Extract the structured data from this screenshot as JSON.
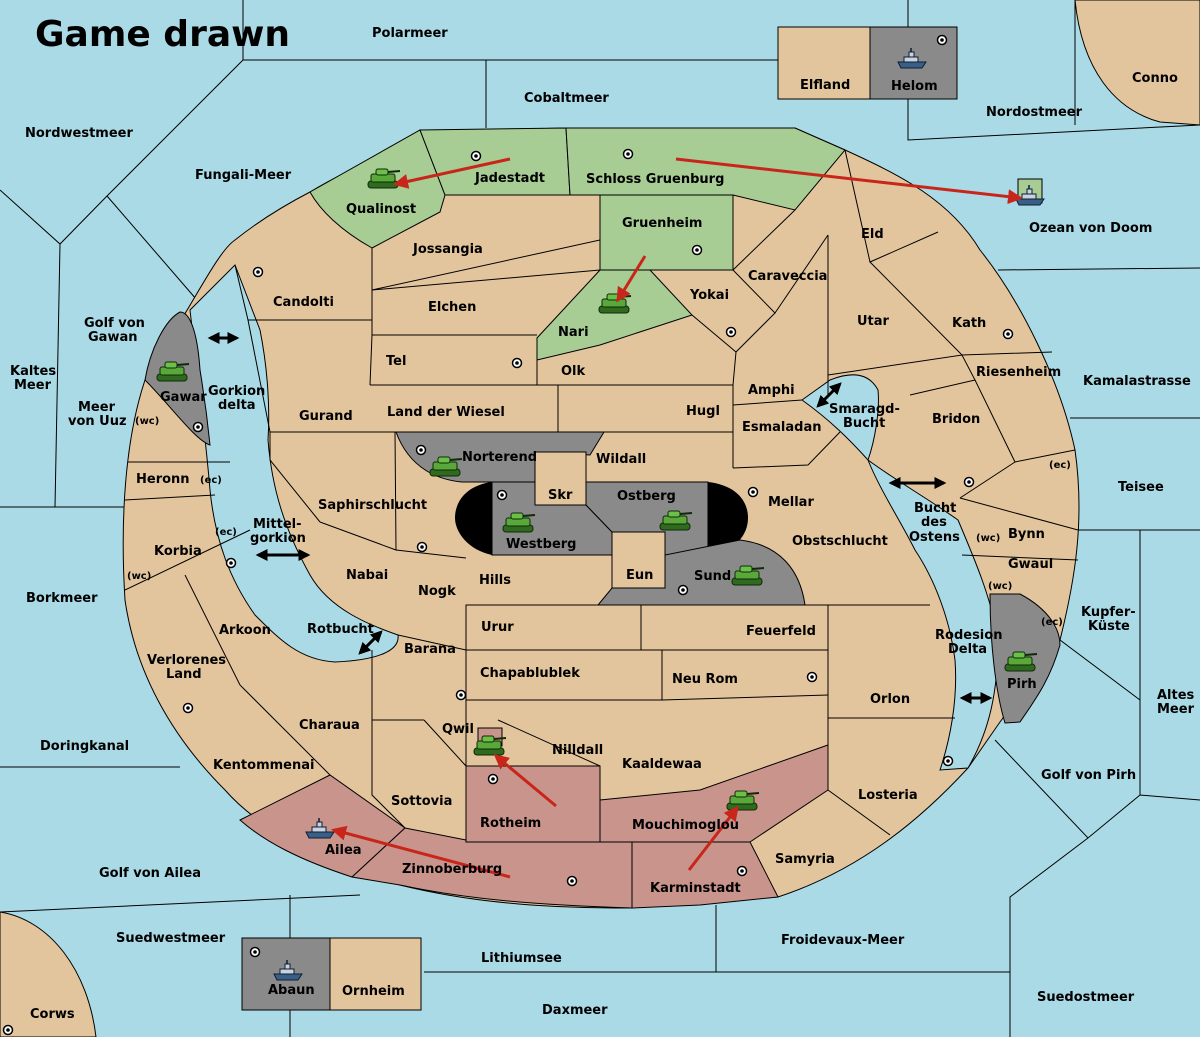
{
  "game": {
    "status": "Game drawn",
    "colors": {
      "sea": "#aadae6",
      "neutral_land": "#e3c59d",
      "green_power": "#a7cd94",
      "red_power": "#c9948c",
      "grey_power": "#8a8a8a",
      "order_arrow": "#c8261b"
    }
  },
  "seas": {
    "polarmeer": "Polarmeer",
    "cobaltmeer": "Cobaltmeer",
    "nordwestmeer": "Nordwestmeer",
    "fungali": "Fungali-Meer",
    "nordostmeer": "Nordostmeer",
    "conno": "Conno",
    "ozean_von_doom": "Ozean von Doom",
    "golf_von_gawan_1": "Golf von",
    "golf_von_gawan_2": "Gawan",
    "kaltes_meer_1": "Kaltes",
    "kaltes_meer_2": "Meer",
    "meer_von_uuz_1": "Meer",
    "meer_von_uuz_2": "von Uuz",
    "gorkion_delta_1": "Gorkion",
    "gorkion_delta_2": "delta",
    "mittelgorkion_1": "Mittel-",
    "mittelgorkion_2": "gorkion",
    "borkmeer": "Borkmeer",
    "rotbucht": "Rotbucht",
    "doringkanal": "Doringkanal",
    "golf_von_ailea": "Golf von Ailea",
    "suedwestmeer": "Suedwestmeer",
    "corws": "Corws",
    "lithiumsee": "Lithiumsee",
    "daxmeer": "Daxmeer",
    "froidevaux": "Froidevaux-Meer",
    "suedostmeer": "Suedostmeer",
    "golf_von_pirh": "Golf von Pirh",
    "altes_meer_1": "Altes",
    "altes_meer_2": "Meer",
    "kupferkueste_1": "Kupfer-",
    "kupferkueste_2": "Küste",
    "teisee": "Teisee",
    "kamalastrasse": "Kamalastrasse",
    "smaragd_bucht_1": "Smaragd-",
    "smaragd_bucht_2": "Bucht",
    "bucht_des_ostens_1": "Bucht",
    "bucht_des_ostens_2": "des",
    "bucht_des_ostens_3": "Ostens",
    "rodesion_delta_1": "Rodesion",
    "rodesion_delta_2": "Delta"
  },
  "lands": {
    "elfland": "Elfland",
    "helom": "Helom",
    "qualinost": "Qualinost",
    "jadestadt": "Jadestadt",
    "schloss_gruenburg": "Schloss Gruenburg",
    "gruenheim": "Gruenheim",
    "jossangia": "Jossangia",
    "candolti": "Candolti",
    "elchen": "Elchen",
    "caraveccia": "Caraveccia",
    "eld": "Eld",
    "yokai": "Yokai",
    "nari": "Nari",
    "tel": "Tel",
    "olk": "Olk",
    "utar": "Utar",
    "kath": "Kath",
    "gawar": "Gawar",
    "wc": "(wc)",
    "ec": "(ec)",
    "gurand": "Gurand",
    "land_der_wiesel": "Land der Wiesel",
    "hugl": "Hugl",
    "amphi": "Amphi",
    "riesenheim": "Riesenheim",
    "esmaladan": "Esmaladan",
    "bridon": "Bridon",
    "norterend": "Norterend",
    "wildall": "Wildall",
    "heronn": "Heronn",
    "skr": "Skr",
    "ostberg": "Ostberg",
    "mellar": "Mellar",
    "saphirschlucht": "Saphirschlucht",
    "westberg": "Westberg",
    "obstschlucht": "Obstschlucht",
    "bynn": "Bynn",
    "korbia": "Korbia",
    "gwaul": "Gwaul",
    "eun": "Eun",
    "sund": "Sund",
    "nabai": "Nabai",
    "hills": "Hills",
    "nogk": "Nogk",
    "arkoon": "Arkoon",
    "urur": "Urur",
    "feuerfeld": "Feuerfeld",
    "barana": "Barana",
    "verlorenes_land_1": "Verlorenes",
    "verlorenes_land_2": "Land",
    "pirh": "Pirh",
    "chapablublek": "Chapablublek",
    "neu_rom": "Neu Rom",
    "orlon": "Orlon",
    "charaua": "Charaua",
    "qwil": "Qwil",
    "nilldall": "Nilldall",
    "kaaldewaa": "Kaaldewaa",
    "kentommenai": "Kentommenai",
    "sottovia": "Sottovia",
    "losteria": "Losteria",
    "rotheim": "Rotheim",
    "mouchimoglou": "Mouchimoglou",
    "ailea": "Ailea",
    "samyria": "Samyria",
    "zinnoberburg": "Zinnoberburg",
    "karminstadt": "Karminstadt",
    "abaun": "Abaun",
    "ornheim": "Ornheim"
  },
  "units": [
    {
      "type": "army",
      "power": "green",
      "location": "Qualinost"
    },
    {
      "type": "army",
      "power": "green",
      "location": "Nari"
    },
    {
      "type": "army",
      "power": "grey",
      "location": "Gawar"
    },
    {
      "type": "army",
      "power": "grey",
      "location": "Norterend"
    },
    {
      "type": "army",
      "power": "grey",
      "location": "Westberg"
    },
    {
      "type": "army",
      "power": "grey",
      "location": "Ostberg"
    },
    {
      "type": "army",
      "power": "grey",
      "location": "Sund"
    },
    {
      "type": "army",
      "power": "grey",
      "location": "Pirh"
    },
    {
      "type": "army",
      "power": "red",
      "location": "Qwil"
    },
    {
      "type": "army",
      "power": "red",
      "location": "Mouchimoglou"
    },
    {
      "type": "fleet",
      "power": "grey",
      "location": "Helom"
    },
    {
      "type": "fleet",
      "power": "green",
      "location": "Ozean von Doom"
    },
    {
      "type": "fleet",
      "power": "red",
      "location": "Ailea"
    },
    {
      "type": "fleet",
      "power": "grey",
      "location": "Abaun"
    }
  ],
  "icons": {
    "army": "tank-icon",
    "fleet": "battleship-icon",
    "supply_center": "supply-center-dot-icon",
    "passage": "double-arrow-icon"
  }
}
